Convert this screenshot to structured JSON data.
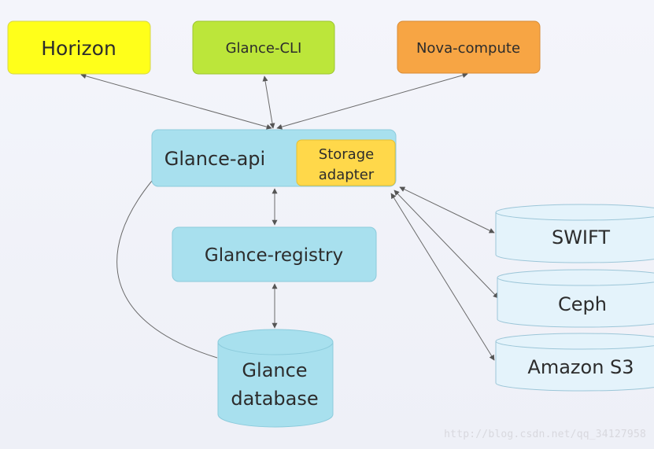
{
  "diagram": {
    "nodes": {
      "horizon": {
        "label": "Horizon",
        "color": "#ffff1a"
      },
      "glance_cli": {
        "label": "Glance-CLI",
        "color": "#bce63a"
      },
      "nova_compute": {
        "label": "Nova-compute",
        "color": "#f7a544"
      },
      "glance_api": {
        "label": "Glance-api",
        "color": "#a8e0ee"
      },
      "storage_adapter": {
        "line1": "Storage",
        "line2": "adapter",
        "color": "#ffd84a"
      },
      "glance_registry": {
        "label": "Glance-registry",
        "color": "#a8e0ee"
      },
      "glance_database": {
        "line1": "Glance",
        "line2": "database",
        "color": "#a8e0ee"
      },
      "swift": {
        "label": "SWIFT",
        "color": "#e4f3fb"
      },
      "ceph": {
        "label": "Ceph",
        "color": "#e4f3fb"
      },
      "amazon_s3": {
        "label": "Amazon S3",
        "color": "#e4f3fb"
      }
    },
    "edge_color": "#555555"
  },
  "watermark": "http://blog.csdn.net/qq_34127958"
}
